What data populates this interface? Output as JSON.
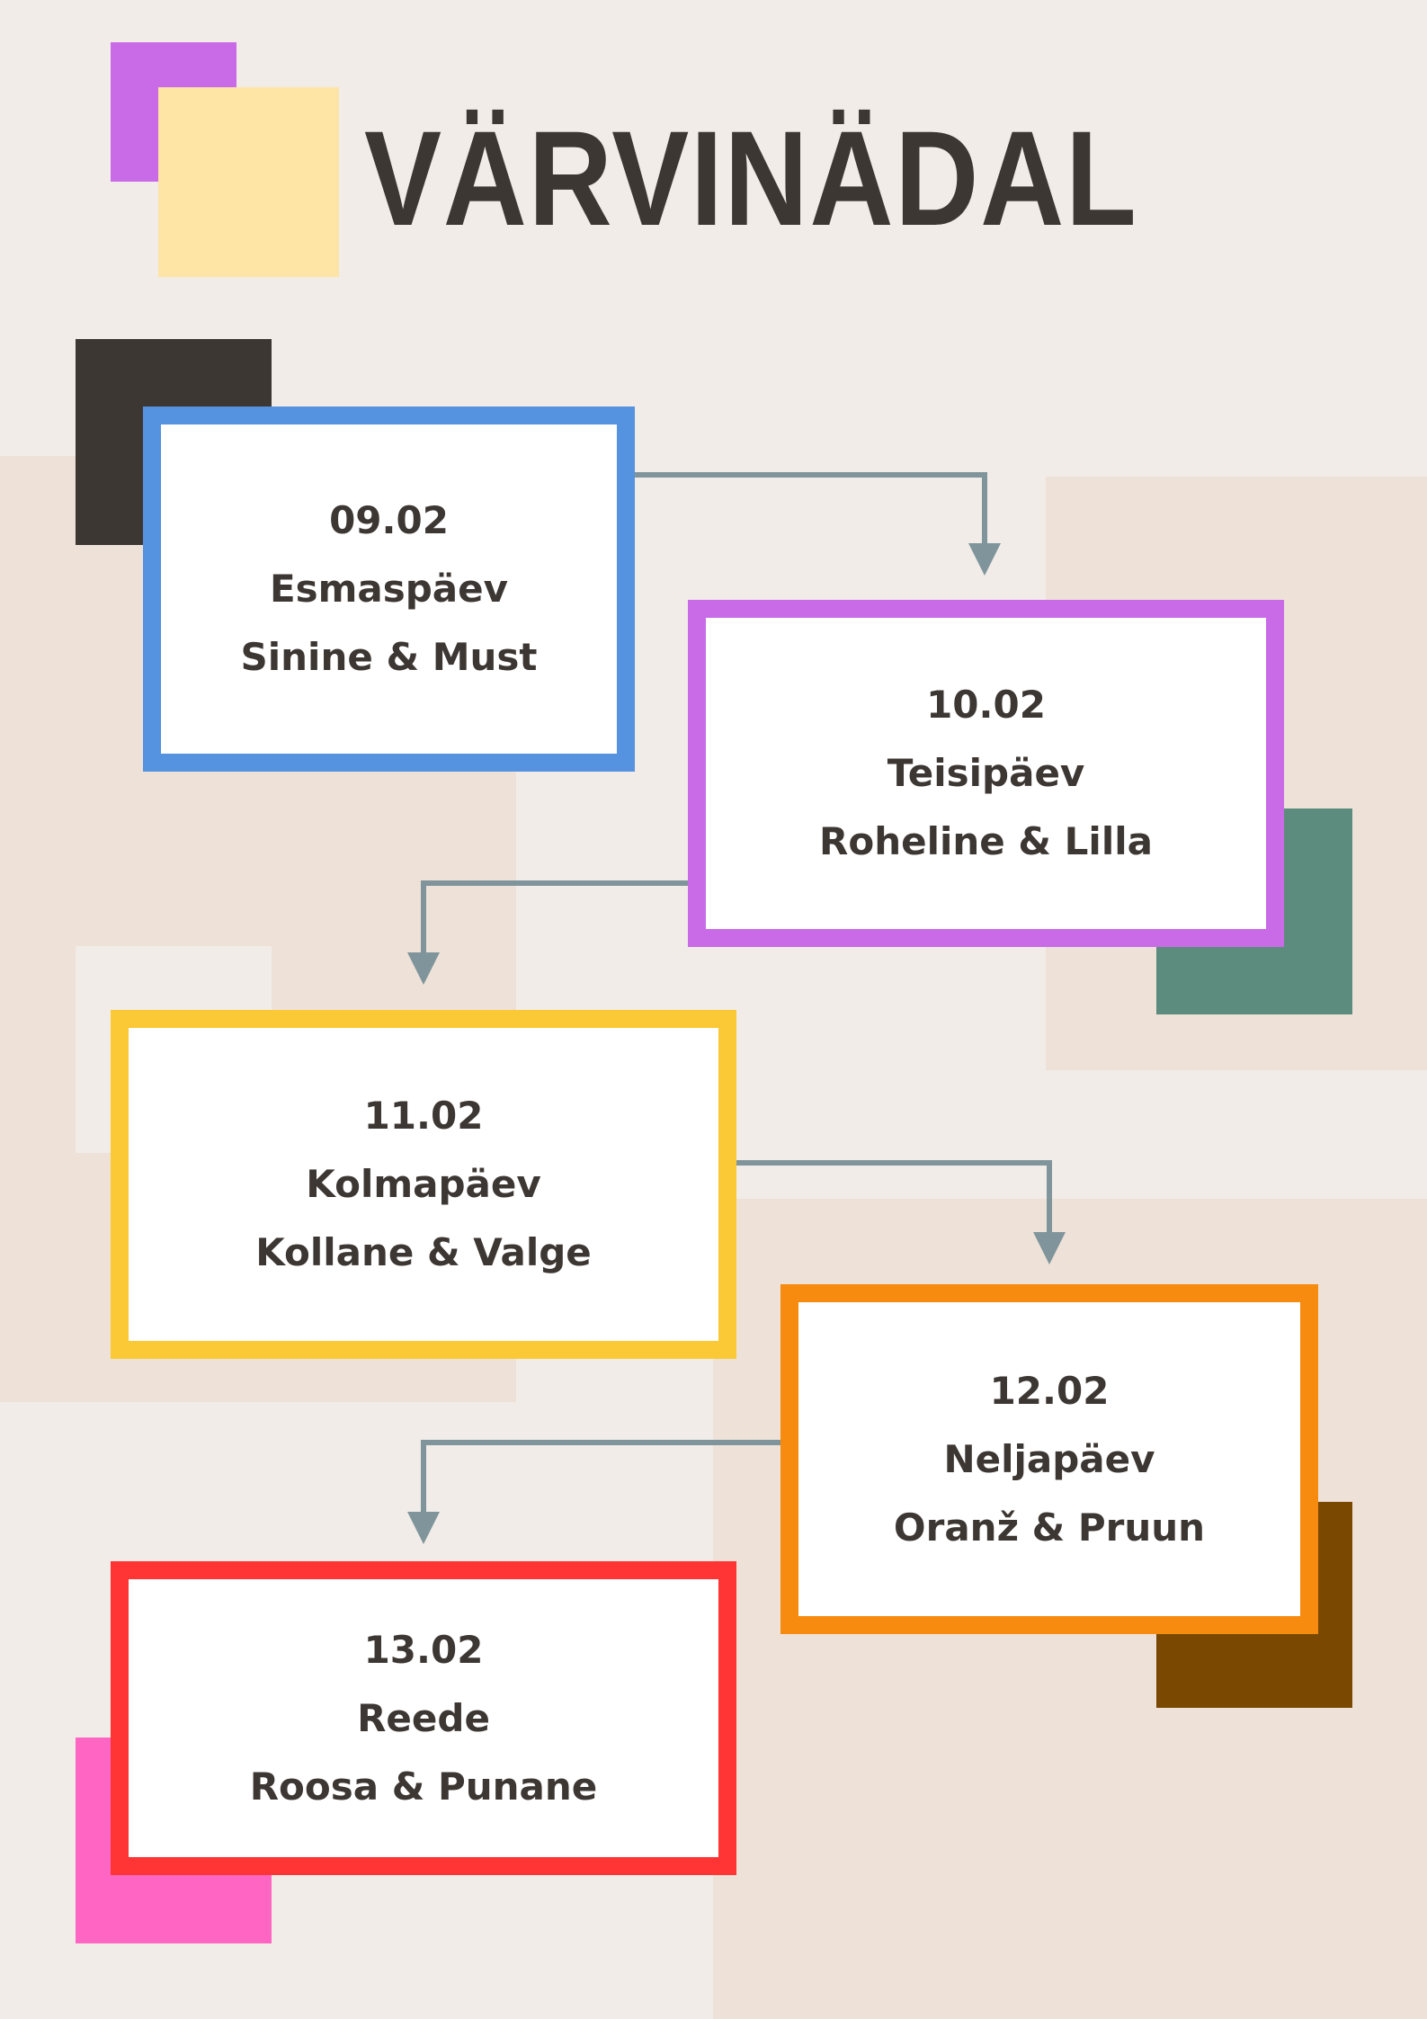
{
  "title": "VÄRVINÄDAL",
  "colors": {
    "background": "#f1ece8",
    "text": "#3d3733",
    "connector": "#7f959b"
  },
  "days": [
    {
      "date": "09.02",
      "day": "Esmaspäev",
      "colors": "Sinine & Must",
      "border": "#5592e0"
    },
    {
      "date": "10.02",
      "day": "Teisipäev",
      "colors": "Roheline & Lilla",
      "border": "#c96be6"
    },
    {
      "date": "11.02",
      "day": "Kolmapäev",
      "colors": "Kollane & Valge",
      "border": "#fbc935"
    },
    {
      "date": "12.02",
      "day": "Neljapäev",
      "colors": "Oranž & Pruun",
      "border": "#f68b0f"
    },
    {
      "date": "13.02",
      "day": "Reede",
      "colors": "Roosa & Punane",
      "border": "#ff3434"
    }
  ]
}
